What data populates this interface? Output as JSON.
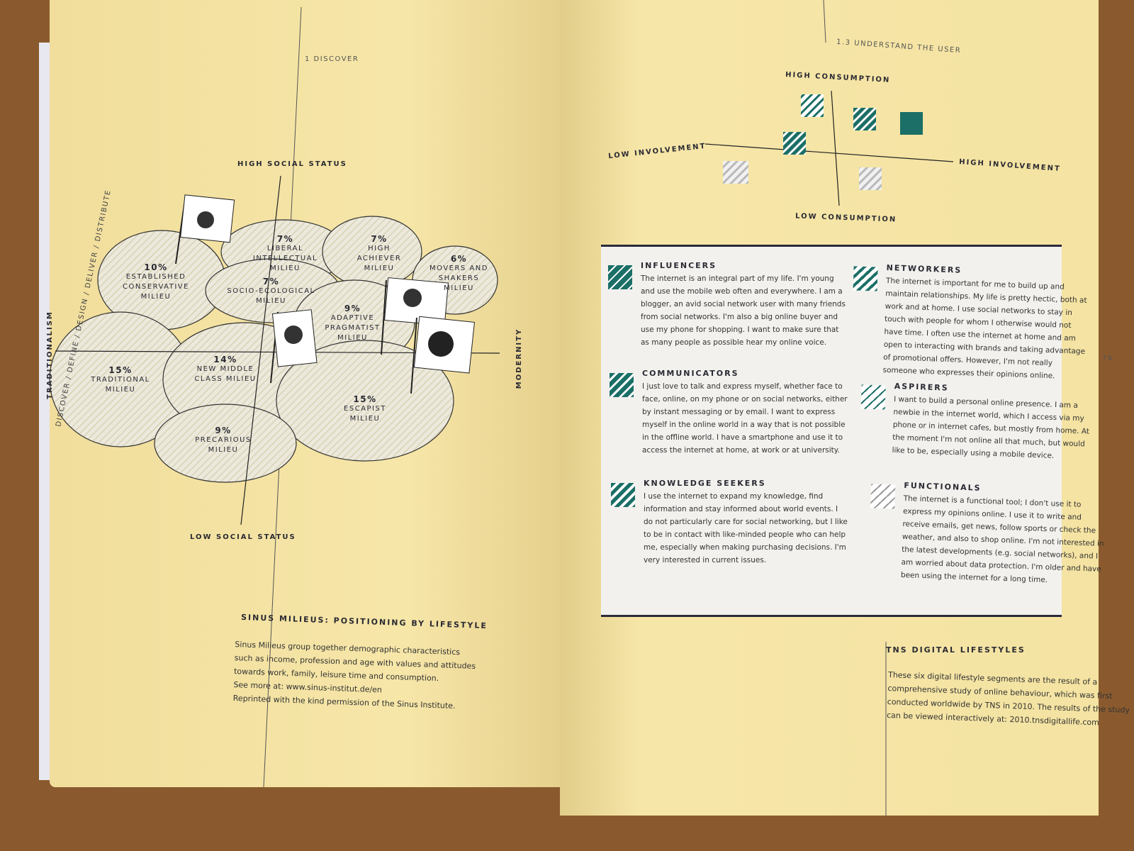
{
  "left_page": {
    "side_nav": "DISCOVER / DEFINE / DESIGN / DELIVER / DISTRIBUTE",
    "running_head": "1   DISCOVER",
    "axes": {
      "top": "HIGH SOCIAL STATUS",
      "bottom": "LOW SOCIAL STATUS",
      "left": "TRADITIONALISM",
      "right": "MODERNITY"
    },
    "milieus": [
      {
        "pct": "10%",
        "name": "Established\nConservative\nMilieu"
      },
      {
        "pct": "7%",
        "name": "Liberal Intellectual\nMilieu"
      },
      {
        "pct": "7%",
        "name": "High\nAchiever\nMilieu"
      },
      {
        "pct": "6%",
        "name": "Movers and\nShakers\nMilieu"
      },
      {
        "pct": "7%",
        "name": "Socio-Ecological\nMilieu"
      },
      {
        "pct": "9%",
        "name": "Adaptive\nPragmatist\nMilieu"
      },
      {
        "pct": "15%",
        "name": "Traditional\nMilieu"
      },
      {
        "pct": "14%",
        "name": "New Middle\nClass Milieu"
      },
      {
        "pct": "15%",
        "name": "Escapist\nMilieu"
      },
      {
        "pct": "9%",
        "name": "Precarious\nMilieu"
      }
    ],
    "caption_title": "SINUS MILIEUS: POSITIONING BY LIFESTYLE",
    "caption_text": "Sinus Milieus group together demographic characteristics\nsuch as income, profession and age with values and attitudes\ntowards work, family, leisure time and consumption.\nSee more at: www.sinus-institut.de/en\nReprinted with the kind permission of the Sinus Institute."
  },
  "right_page": {
    "running_head": "1.3  UNDERSTAND THE USER",
    "page_number": "76",
    "axes": {
      "top": "HIGH CONSUMPTION",
      "bottom": "LOW CONSUMPTION",
      "left": "LOW INVOLVEMENT",
      "right": "HIGH INVOLVEMENT"
    },
    "colors": {
      "teal": "#1b6f66",
      "grey": "#b9b9b9"
    },
    "segments": [
      {
        "title": "INFLUENCERS",
        "text": "The internet is an integral part of my life. I'm young and use the mobile web often and everywhere. I am a blogger, an avid social network user with many friends from social networks. I'm also a big online buyer and use my phone for shopping. I want to make sure that as many people as possible hear my online voice."
      },
      {
        "title": "NETWORKERS",
        "text": "The internet is important for me to build up and maintain relationships. My life is pretty hectic, both at work and at home. I use social networks to stay in touch with people for whom I otherwise would not have time. I often use the internet at home and am open to interacting with brands and taking advantage of promotional offers. However, I'm not really someone who expresses their opinions online."
      },
      {
        "title": "COMMUNICATORS",
        "text": "I just love to talk and express myself, whether face to face, online, on my phone or on social networks, either by instant messaging or by email. I want to express myself in the online world in a way that is not possible in the offline world. I have a smartphone and use it to access the internet at home, at work or at university."
      },
      {
        "title": "ASPIRERS",
        "text": "I want to build a personal online presence. I am a newbie in the internet world, which I access via my phone or in internet cafes, but mostly from home. At the moment I'm not online all that much, but would like to be, especially using a mobile device."
      },
      {
        "title": "KNOWLEDGE SEEKERS",
        "text": "I use the internet to expand my knowledge, find information and stay informed about world events. I do not particularly care for social networking, but I like to be in contact with like-minded people who can help me, especially when making purchasing decisions. I'm very interested in current issues."
      },
      {
        "title": "FUNCTIONALS",
        "text": "The internet is a functional tool; I don't use it to express my opinions online. I use it to write and receive emails, get news, follow sports or check the weather, and also to shop online. I'm not interested in the latest developments (e.g. social networks), and I am worried about data protection. I'm older and have been using the internet for a long time."
      }
    ],
    "caption_title": "TNS DIGITAL LIFESTYLES",
    "caption_text": "These six digital lifestyle segments are the result of a\ncomprehensive study of online behaviour, which was first\nconducted worldwide by TNS in 2010. The results of the study\ncan be viewed interactively at: 2010.tnsdigitallife.com"
  }
}
